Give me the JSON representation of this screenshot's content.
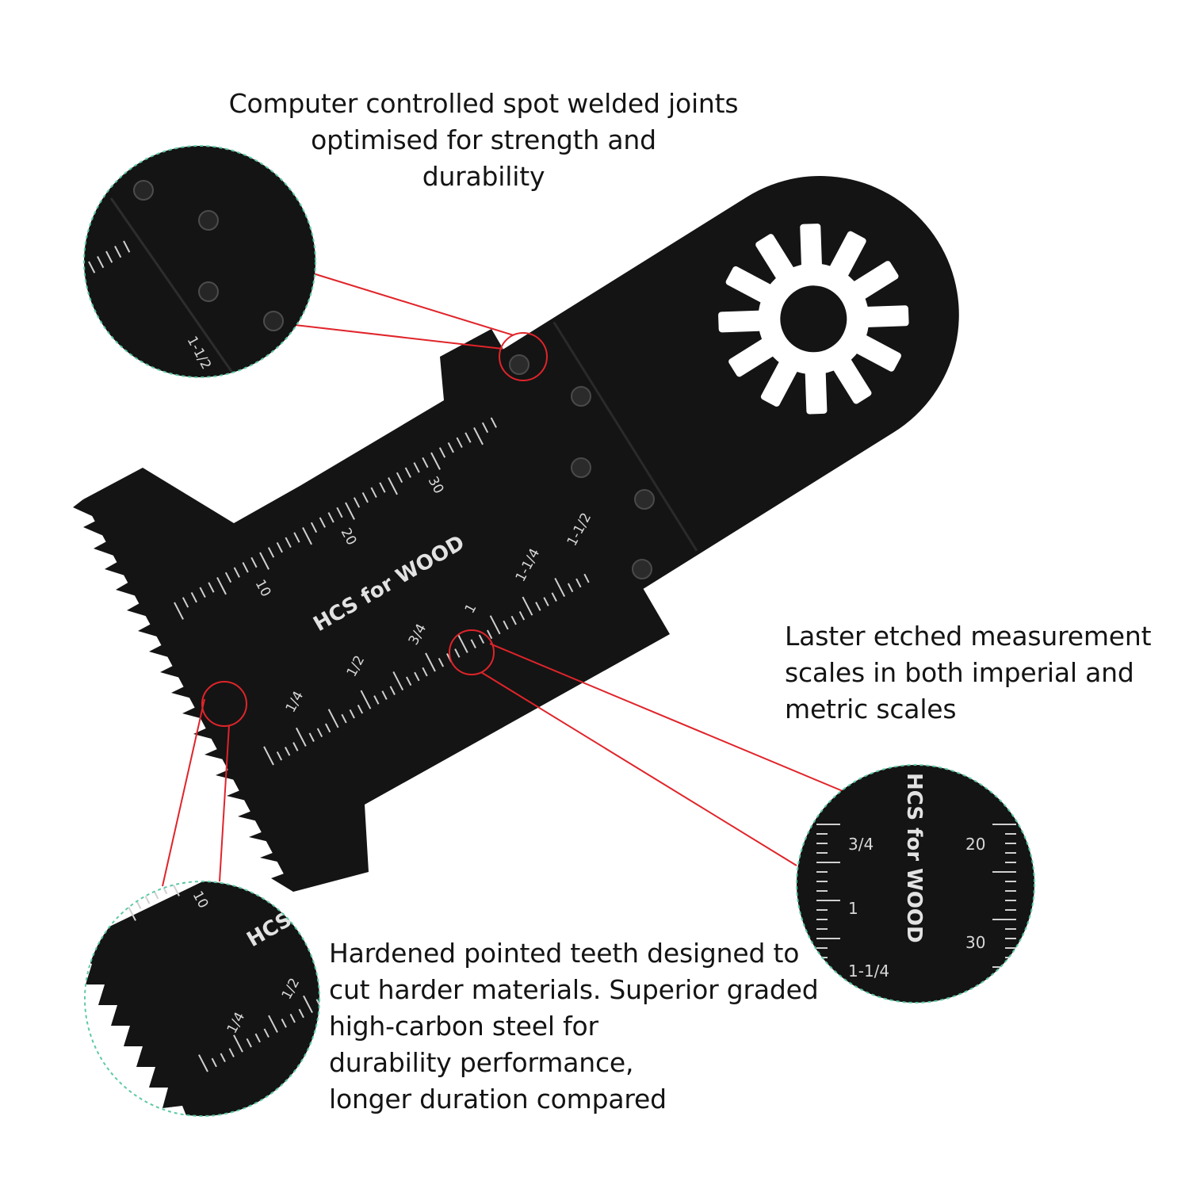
{
  "captions": {
    "welds": [
      "Computer controlled spot welded joints",
      "optimised for strength and",
      "durability"
    ],
    "scales": [
      "Laster etched measurement",
      "scales in both imperial and",
      "metric scales"
    ],
    "teeth": [
      "Hardened pointed teeth designed to",
      "cut harder materials. Superior graded",
      "high-carbon steel for",
      "durability performance,",
      "longer duration compared"
    ]
  },
  "blade": {
    "brand_text": "HCS for WOOD",
    "metric_labels": [
      "10",
      "20",
      "30"
    ],
    "imperial_labels": [
      "1/4",
      "1/2",
      "3/4",
      "1",
      "1-1/4",
      "1-1/2"
    ]
  },
  "zoom_welds": {
    "label": "1-1/2"
  },
  "zoom_scale": {
    "brand_text": "HCS for WOOD",
    "imperial_labels": [
      "3/4",
      "1",
      "1-1/4"
    ],
    "metric_labels": [
      "20",
      "30"
    ]
  },
  "zoom_teeth": {
    "brand_text": "HCS",
    "labels": [
      "10",
      "1/2",
      "1/4"
    ]
  },
  "colors": {
    "blade": "#141414",
    "callout_red": "#e0242a",
    "zoom_border": "#5fc9a8",
    "caption_text": "#141414"
  }
}
